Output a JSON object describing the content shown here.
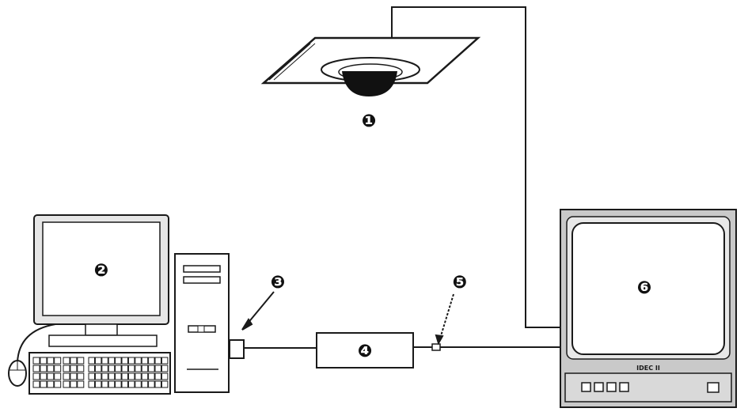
{
  "markers": {
    "m1": "❶",
    "m2": "❷",
    "m3": "❸",
    "m4": "❹",
    "m5": "❺",
    "m6": "❻"
  },
  "monitor_brand": "IDEC II",
  "colors": {
    "line": "#1a1a1a",
    "screen_bezel": "#c9c9c9",
    "screen_face": "#ffffff",
    "camera_dome": "#111111"
  }
}
